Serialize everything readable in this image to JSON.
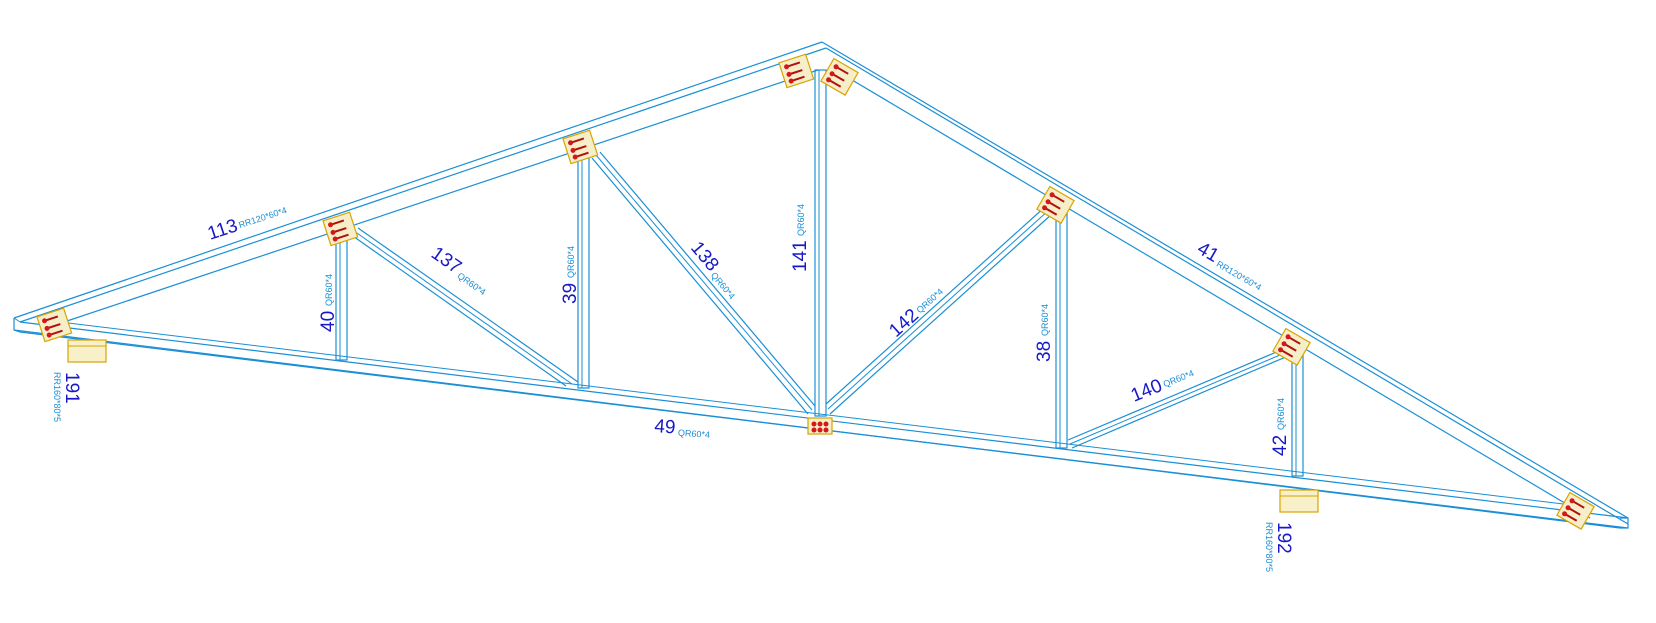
{
  "colors": {
    "member": "#1a8fd6",
    "number": "#1818c8",
    "profile": "#1a8fd6",
    "plate": "#d9a400",
    "bolt": "#d41818"
  },
  "labels": {
    "m113": {
      "num": "113",
      "profile": "RR120*60*4"
    },
    "m41": {
      "num": "41",
      "profile": "RR120*60*4"
    },
    "m49": {
      "num": "49",
      "profile": "QR60*4"
    },
    "m40": {
      "num": "40",
      "profile": "QR60*4"
    },
    "m39": {
      "num": "39",
      "profile": "QR60*4"
    },
    "m141": {
      "num": "141",
      "profile": "QR60*4"
    },
    "m38": {
      "num": "38",
      "profile": "QR60*4"
    },
    "m42": {
      "num": "42",
      "profile": "QR60*4"
    },
    "m137": {
      "num": "137",
      "profile": "QR60*4"
    },
    "m138": {
      "num": "138",
      "profile": "QR60*4"
    },
    "m142": {
      "num": "142",
      "profile": "QR60*4"
    },
    "m140": {
      "num": "140",
      "profile": "QR60*4"
    },
    "s191": {
      "num": "191",
      "profile": "RR160*80*5"
    },
    "s192": {
      "num": "192",
      "profile": "RR160*80*5"
    }
  }
}
